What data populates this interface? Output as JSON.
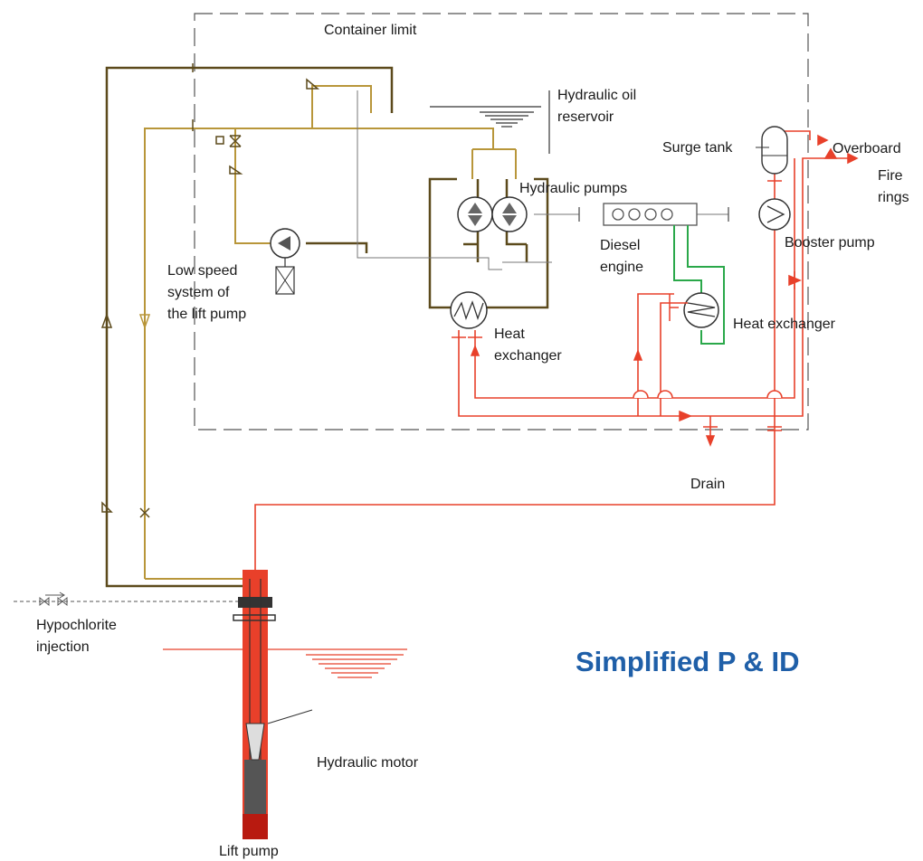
{
  "title": "Simplified P & ID",
  "colors": {
    "hydraulic_supply": "#b8963a",
    "hydraulic_return": "#5c4a1c",
    "seawater": "#e8402a",
    "coolant": "#2aa84a",
    "container": "#555555",
    "title": "#1f5fa8"
  },
  "labels": {
    "container_limit": "Container limit",
    "hydraulic_oil_reservoir_1": "Hydraulic oil",
    "hydraulic_oil_reservoir_2": "reservoir",
    "surge_tank": "Surge tank",
    "overboard": "Overboard",
    "fire_rings_1": "Fire",
    "fire_rings_2": "rings",
    "hydraulic_pumps": "Hydraulic pumps",
    "diesel_engine_1": "Diesel",
    "diesel_engine_2": "engine",
    "booster_pump": "Booster pump",
    "low_speed_1": "Low speed",
    "low_speed_2": "system of",
    "low_speed_3": "the lift pump",
    "heat_exchanger_left_1": "Heat",
    "heat_exchanger_left_2": "exchanger",
    "heat_exchanger_right": "Heat exchanger",
    "drain": "Drain",
    "hypochlorite_1": "Hypochlorite",
    "hypochlorite_2": "injection",
    "hydraulic_motor": "Hydraulic motor",
    "lift_pump": "Lift pump"
  }
}
